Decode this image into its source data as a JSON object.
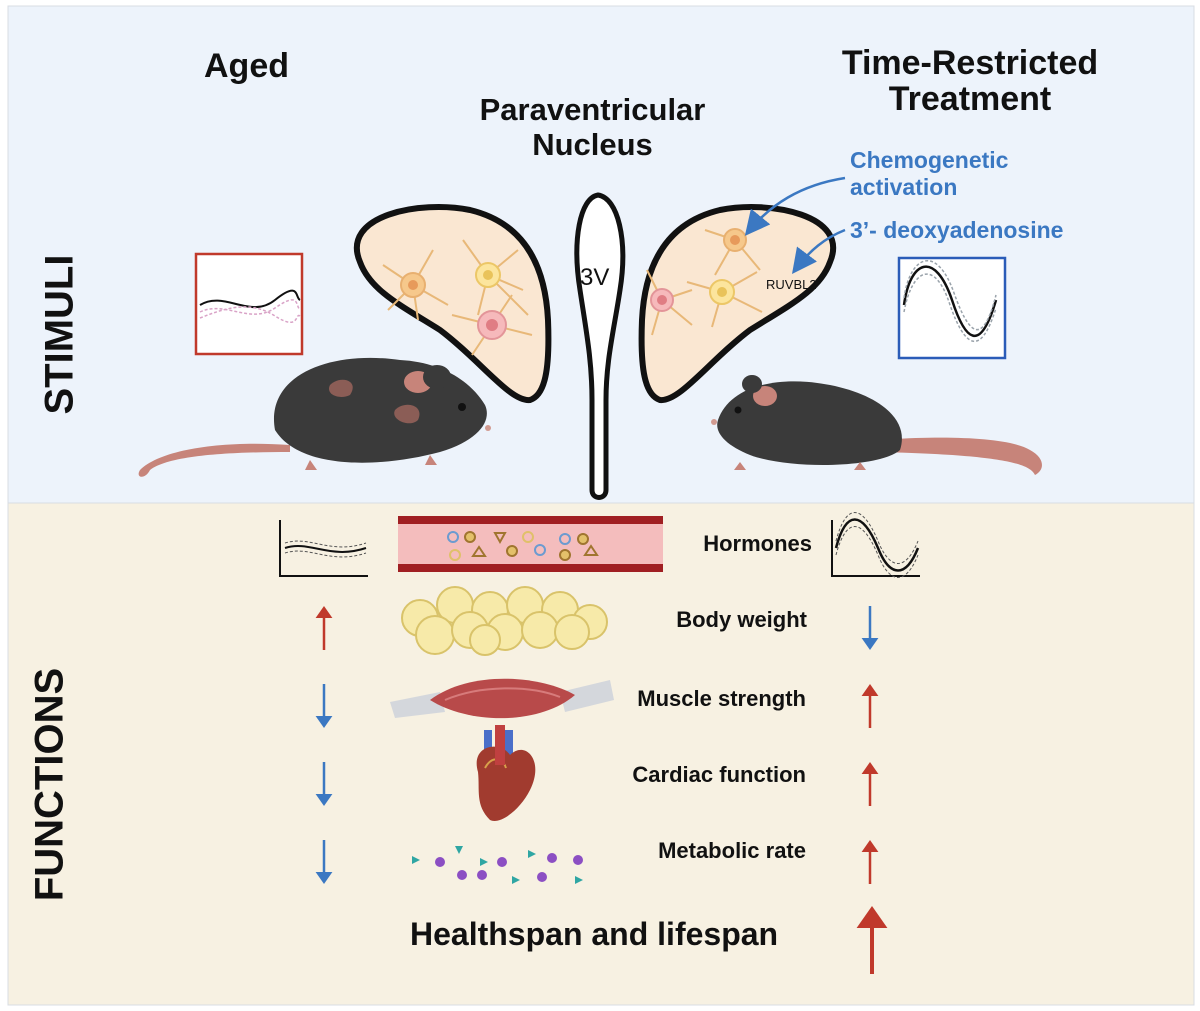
{
  "sections": {
    "stimuli": "STIMULI",
    "functions": "FUNCTIONS"
  },
  "headers": {
    "aged": "Aged",
    "pvn_line1": "Paraventricular",
    "pvn_line2": "Nucleus",
    "trt_line1": "Time-Restricted",
    "trt_line2": "Treatment"
  },
  "interventions": {
    "chemo_line1": "Chemogenetic",
    "chemo_line2": "activation",
    "cordycepin": "3’- deoxyadenosine"
  },
  "labels": {
    "ventricle": "3V",
    "gene": "RUVBL2"
  },
  "functions": [
    {
      "label": "Hormones",
      "aged": "flattened rhythm",
      "treated": "restored rhythm"
    },
    {
      "label": "Body weight",
      "aged": "up",
      "treated": "down"
    },
    {
      "label": "Muscle strength",
      "aged": "down",
      "treated": "up"
    },
    {
      "label": "Cardiac function",
      "aged": "down",
      "treated": "up"
    },
    {
      "label": "Metabolic rate",
      "aged": "down",
      "treated": "up"
    }
  ],
  "outcome": {
    "label": "Healthspan and lifespan",
    "treated": "up"
  },
  "colors": {
    "stimuli_bg": "#edf3fb",
    "functions_bg": "#f7f1e2",
    "up_arrow": "#c0392b",
    "down_arrow": "#3b78c2",
    "aged_box": "#c0392b",
    "treated_box": "#2b5cb8",
    "annotation": "#3b78c2"
  },
  "icons": [
    "mouse-aged-icon",
    "mouse-young-icon",
    "neuron-icon",
    "blood-vessel-icon",
    "fat-cells-icon",
    "muscle-icon",
    "heart-icon",
    "metabolite-icon",
    "rhythm-plot-icon"
  ]
}
